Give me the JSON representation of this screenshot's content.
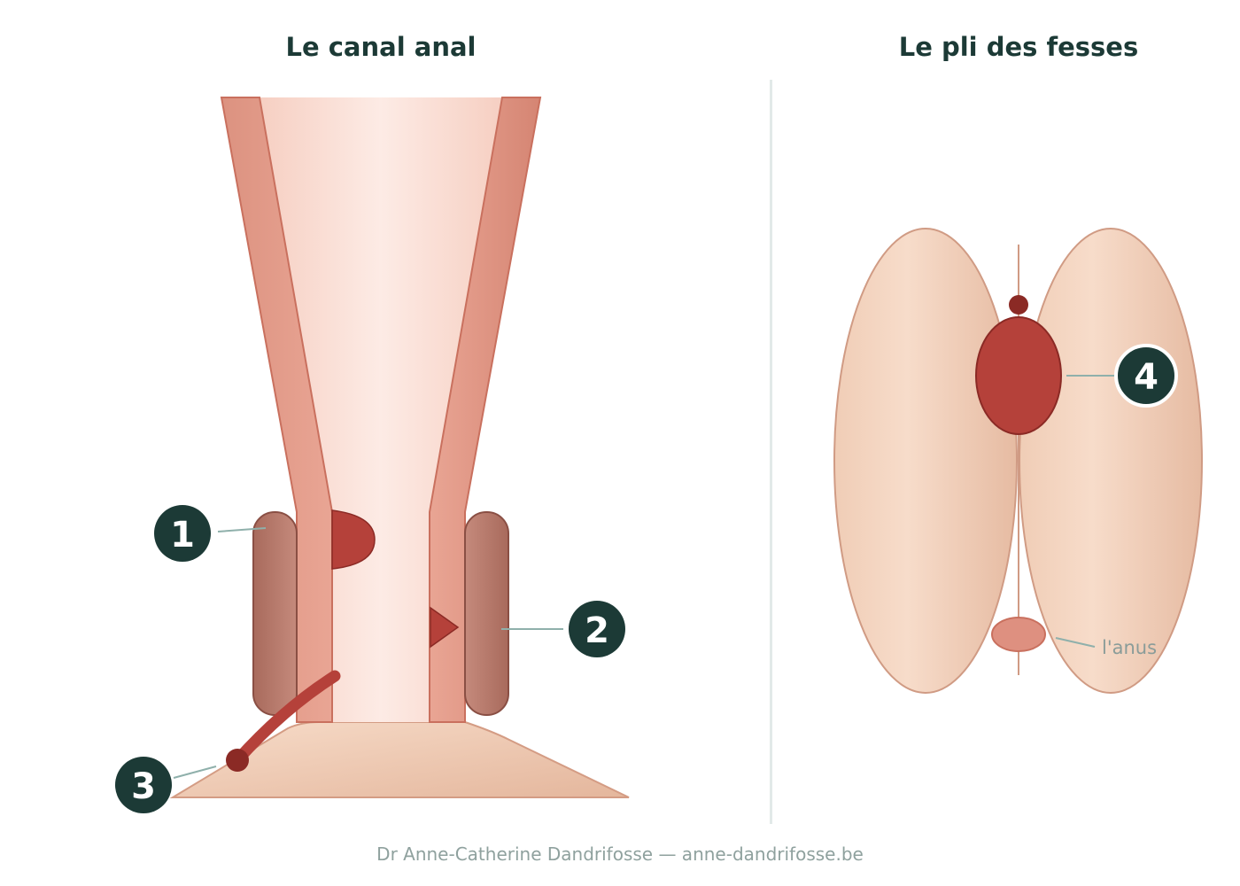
{
  "titles": {
    "left": "Le canal anal",
    "right": "Le pli des fesses"
  },
  "markers": [
    {
      "id": "marker-1",
      "label": "1"
    },
    {
      "id": "marker-2",
      "label": "2"
    },
    {
      "id": "marker-3",
      "label": "3"
    },
    {
      "id": "marker-4",
      "label": "4"
    }
  ],
  "labels": {
    "anus": "l'anus"
  },
  "footer": "Dr Anne-Catherine Dandrifosse — anne-dandrifosse.be",
  "colors": {
    "badge": "#1c3a36",
    "lesion": "#b5413a",
    "dark_lesion": "#8b2a25",
    "wall": "#e4a08e",
    "lumen": "#fbe6df",
    "muscle": "#b8786a",
    "skin": "#f2d3c0",
    "leader": "#8fb0ab"
  }
}
